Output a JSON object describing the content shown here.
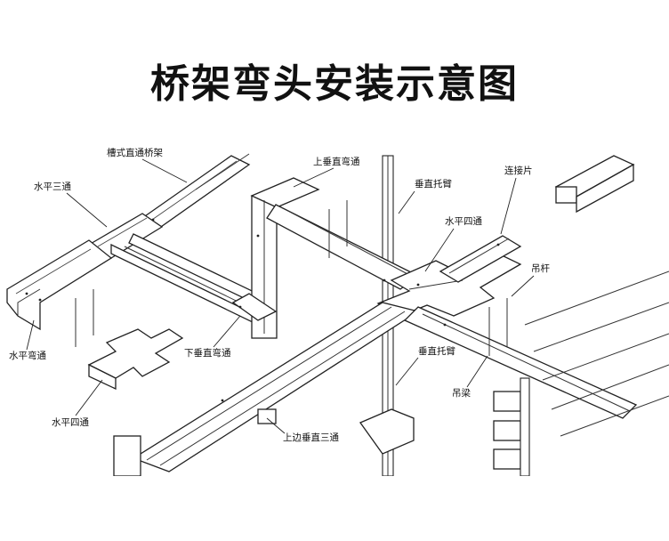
{
  "title": "桥架弯头安装示意图",
  "labels": {
    "straight_tray": "槽式直通桥架",
    "horizontal_tee": "水平三通",
    "up_vertical_bend": "上垂直弯通",
    "vertical_bracket_top": "垂直托臂",
    "connector_plate": "连接片",
    "horizontal_cross_right": "水平四通",
    "hanger_rod": "吊杆",
    "horizontal_elbow": "水平弯通",
    "down_vertical_bend": "下垂直弯通",
    "vertical_bracket_mid": "垂直托臂",
    "hanger_beam": "吊梁",
    "horizontal_cross_left": "水平四通",
    "upper_vertical_tee": "上边垂直三通"
  }
}
